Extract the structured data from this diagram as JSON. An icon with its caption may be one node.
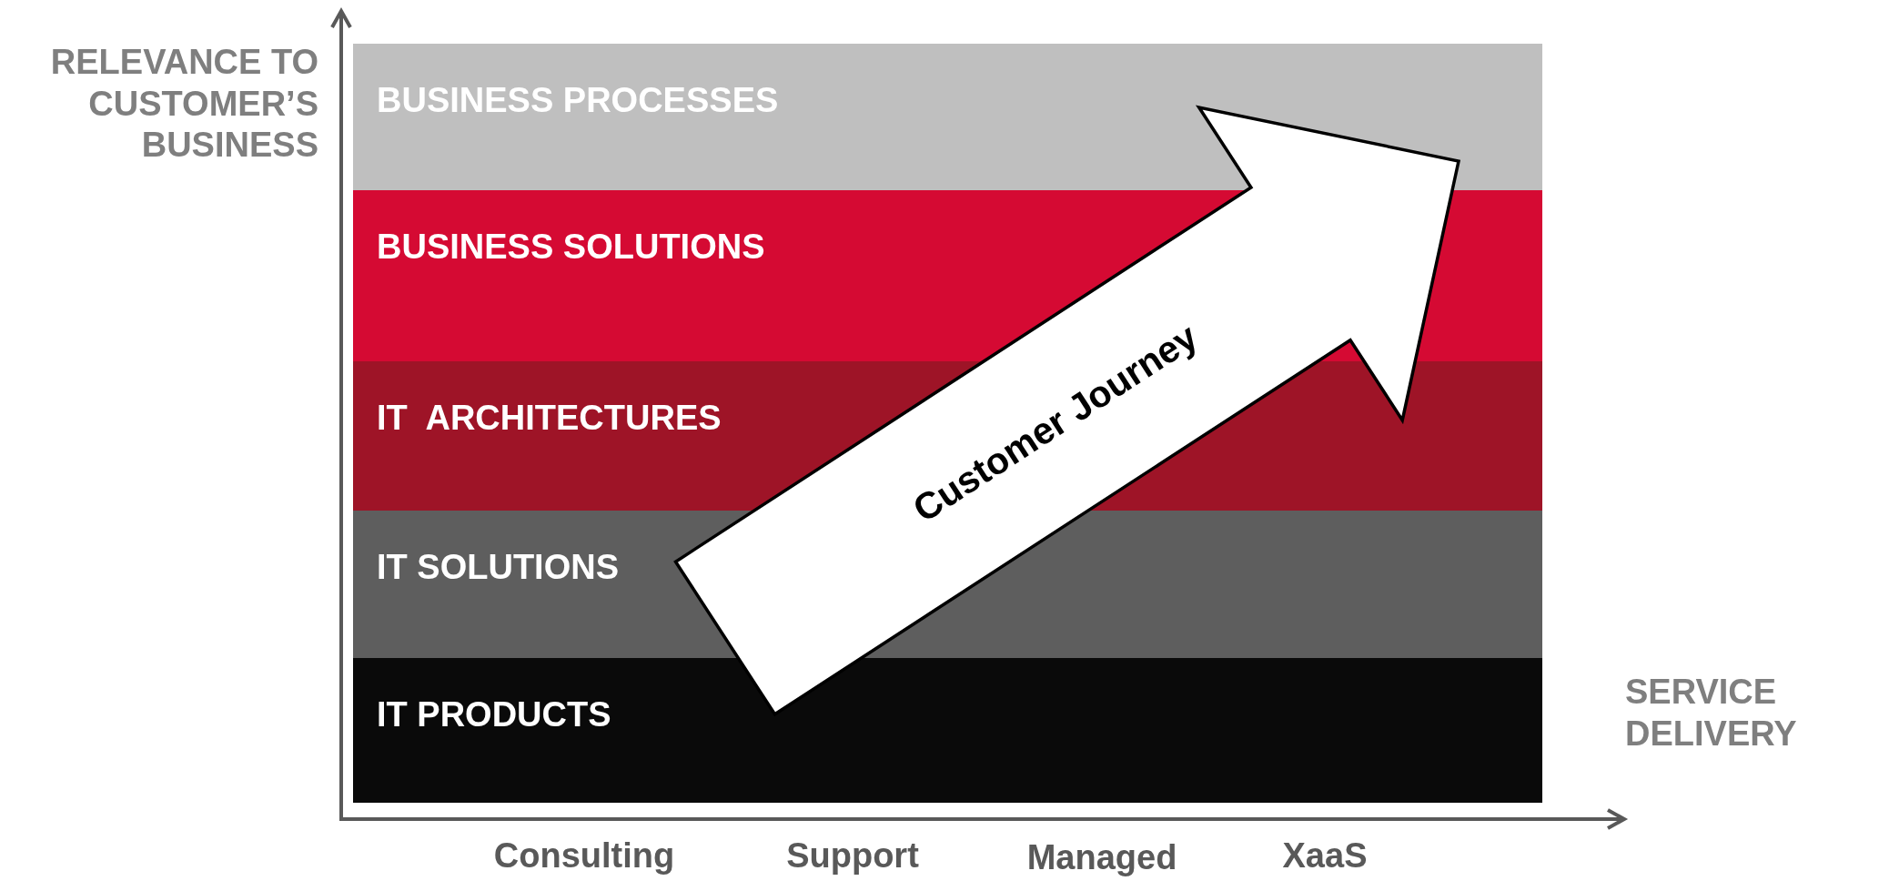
{
  "diagram": {
    "nodes": [
      {
        "text": [
          "BUSINESS PROCESSES"
        ]
      },
      {
        "text": [
          "BUSINESS SOLUTIONS"
        ]
      },
      {
        "text": [
          "IT  ARCHITECTURES"
        ]
      },
      {
        "text": [
          "IT SOLUTIONS"
        ]
      },
      {
        "text": [
          "IT PRODUCTS"
        ]
      }
    ],
    "edges": [
      {
        "from": 3,
        "to": 0,
        "arrow": "to",
        "label": "Customer Journey"
      }
    ],
    "labels": [
      "RELEVANCE TO CUSTOMER’S BUSINESS",
      "SERVICE DELIVERY",
      "Consulting",
      "Support",
      "Managed",
      "XaaS"
    ]
  }
}
